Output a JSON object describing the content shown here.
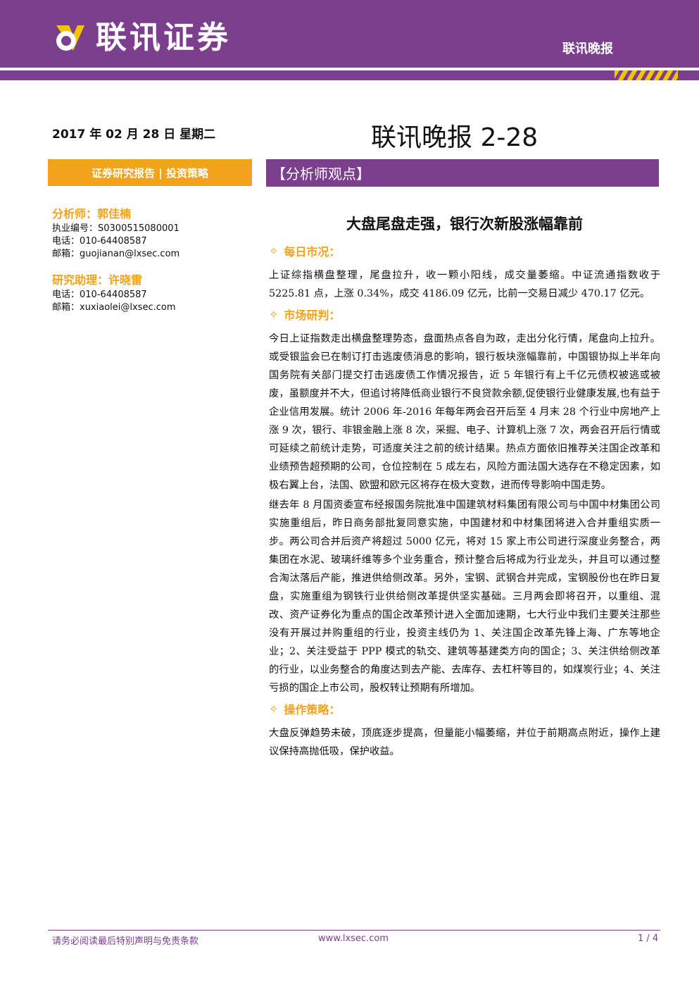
{
  "header": {
    "logo_text": "联讯证券",
    "right_label": "联讯晚报"
  },
  "date": "2017 年 02 月 28 日 星期二",
  "title": "联讯晚报 2-28",
  "left_bar": "证券研究报告 | 投资策略",
  "right_bar": "【分析师观点】",
  "analysts": [
    {
      "role": "分析师：郭佳楠",
      "lines": [
        "执业编号：S0300515080001",
        "电话：010-64408587",
        "邮箱：guojianan@lxsec.com"
      ]
    },
    {
      "role": "研究助理：许晓雷",
      "lines": [
        "电话：010-64408587",
        "邮箱：xuxiaolei@lxsec.com"
      ]
    }
  ],
  "headline": "大盘尾盘走强，银行次新股涨幅靠前",
  "section_icon": "diamond-star-icon",
  "sections": [
    {
      "title": "每日市况：",
      "paras": [
        "上证综指横盘整理，尾盘拉升，收一颗小阳线，成交量萎缩。中证流通指数收于 5225.81 点，上涨 0.34%，成交 4186.09 亿元，比前一交易日减少 470.17 亿元。"
      ]
    },
    {
      "title": "市场研判：",
      "paras": [
        "今日上证指数走出横盘整理势态，盘面热点各自为政，走出分化行情，尾盘向上拉升。或受银监会已在制订打击逃废债消息的影响，银行板块涨幅靠前，中国银协拟上半年向国务院有关部门提交打击逃废债工作情况报告，近 5 年银行有上千亿元债权被逃或被废，虽额度并不大，但追讨将降低商业银行不良贷款余额,促使银行业健康发展,也有益于企业信用发展。统计 2006 年-2016 年每年两会召开后至 4 月末 28 个行业中房地产上涨 9 次，银行、非银金融上涨 8 次，采掘、电子、计算机上涨 7 次，两会召开后行情或可延续之前统计走势，可适度关注之前的统计结果。热点方面依旧推荐关注国企改革和业绩预告超预期的公司，仓位控制在 5 成左右，风险方面法国大选存在不稳定因素，如极右翼上台，法国、欧盟和欧元区将存在极大变数，进而传导影响中国走势。",
        "继去年 8 月国资委宣布经报国务院批准中国建筑材料集团有限公司与中国中材集团公司实施重组后，昨日商务部批复同意实施，中国建材和中材集团将进入合并重组实质一步。两公司合并后资产将超过 5000 亿元，将对 15 家上市公司进行深度业务整合，两集团在水泥、玻璃纤维等多个业务重合，预计整合后将成为行业龙头，并且可以通过整合淘汰落后产能，推进供给侧改革。另外，宝钢、武钢合并完成，宝钢股份也在昨日复盘，实施重组为钢铁行业供给侧改革提供坚实基础。三月两会即将召开，以重组、混改、资产证券化为重点的国企改革预计进入全面加速期，七大行业中我们主要关注那些没有开展过并购重组的行业，投资主线仍为 1、关注国企改革先锋上海、广东等地企业；2、关注受益于 PPP 模式的轨交、建筑等基建类方向的国企；3、关注供给侧改革的行业，以业务整合的角度达到去产能、去库存、去杠杆等目的，如煤炭行业；4、关注亏损的国企上市公司，股权转让预期有所增加。"
      ]
    },
    {
      "title": "操作策略：",
      "paras": [
        "大盘反弹趋势未破，顶底逐步提高，但量能小幅萎缩，并位于前期高点附近，操作上建议保持高抛低吸，保护收益。"
      ]
    }
  ],
  "footer": {
    "left": "请务必阅读最后特别声明与免责条款",
    "center": "www.lxsec.com",
    "right": "1 / 4"
  },
  "colors": {
    "brand_purple": "#7b3f8e",
    "accent_orange": "#f2a31b",
    "stripe_yellow": "#f2c300"
  }
}
